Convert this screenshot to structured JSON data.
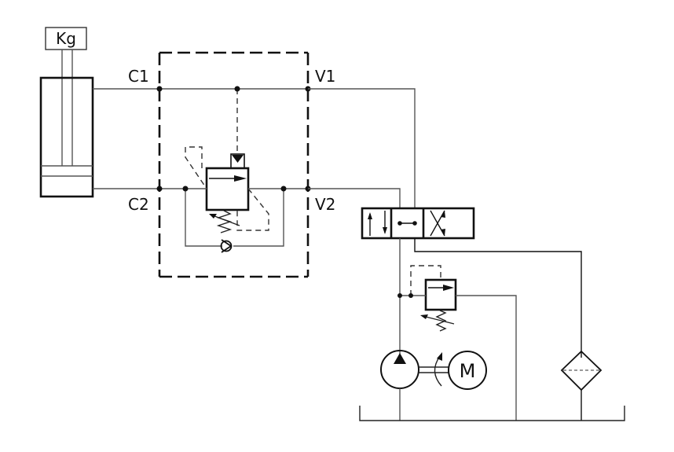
{
  "diagram": {
    "type": "hydraulic schematic",
    "load_label": "Kg",
    "ports": {
      "c1": "C1",
      "c2": "C2",
      "v1": "V1",
      "v2": "V2"
    },
    "motor_label": "M",
    "components": [
      "double-acting cylinder with load",
      "overcenter valve block (counterbalance valve + check valve)",
      "4/3 directional control valve",
      "pressure relief valve",
      "hydraulic pump",
      "electric motor",
      "return filter",
      "tank"
    ]
  }
}
